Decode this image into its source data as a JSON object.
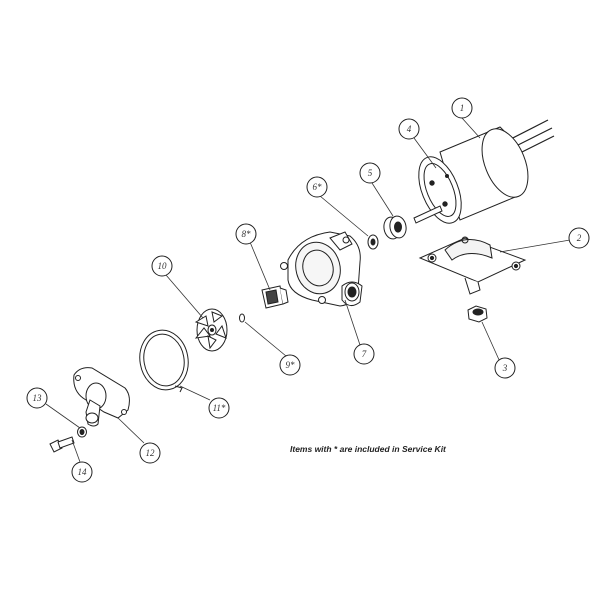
{
  "note": "Items with * are included in Service Kit",
  "callouts": [
    {
      "id": "1",
      "label": "1"
    },
    {
      "id": "2",
      "label": "2"
    },
    {
      "id": "3",
      "label": "3"
    },
    {
      "id": "4",
      "label": "4"
    },
    {
      "id": "5",
      "label": "5"
    },
    {
      "id": "6",
      "label": "6*"
    },
    {
      "id": "7",
      "label": "7"
    },
    {
      "id": "8",
      "label": "8*"
    },
    {
      "id": "9",
      "label": "9*"
    },
    {
      "id": "10",
      "label": "10"
    },
    {
      "id": "11",
      "label": "11*"
    },
    {
      "id": "12",
      "label": "12"
    },
    {
      "id": "13",
      "label": "13"
    },
    {
      "id": "14",
      "label": "14"
    }
  ]
}
